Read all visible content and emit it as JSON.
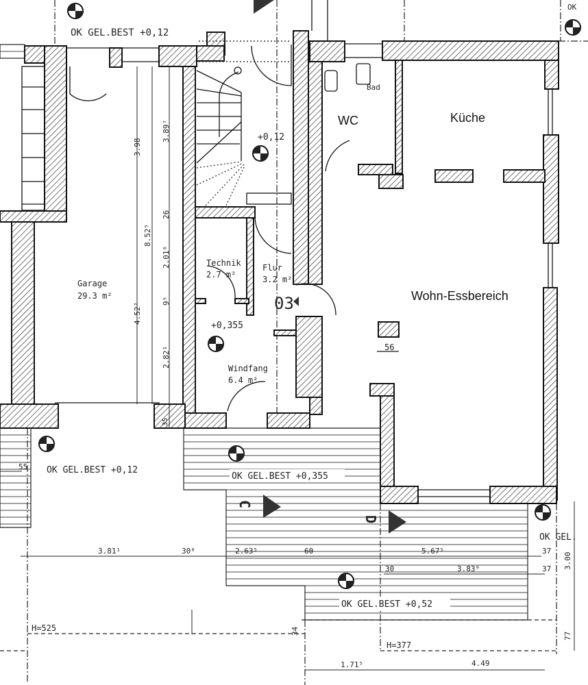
{
  "rooms": {
    "garage": {
      "name": "Garage",
      "area": "29.3 m²"
    },
    "technik": {
      "name": "Technik",
      "area": "2.7 m²"
    },
    "flur": {
      "name": "Flur",
      "area": "3.2 m²"
    },
    "windfang": {
      "name": "Windfang",
      "area": "6.4 m²"
    },
    "wc": {
      "name": "WC"
    },
    "bad": {
      "name": "Bad"
    },
    "kueche": {
      "name": "Küche"
    },
    "wohn": {
      "name": "Wohn-Essbereich"
    }
  },
  "entrance_number": "03",
  "chimney_label": "56",
  "elevations": {
    "top": "OK GEL.BEST +0,12",
    "stairs": "+0,12",
    "windfang": "+0,355",
    "garage_front": "OK GEL.BEST +0,12",
    "terrace_front": "OK GEL.BEST +0,355",
    "terrace_back": "OK GEL.BEST +0,52",
    "right_edge": "OK GEL.",
    "top_right": "OK"
  },
  "sections": {
    "c": "C",
    "d": "D"
  },
  "heights": {
    "left": "H=525",
    "right": "H=377"
  },
  "dimensions": {
    "vertical": [
      "3.98",
      "3.89⁷",
      "26",
      "8.52⁵",
      "2.01⁶",
      "9⁵",
      "4.52²",
      "2.82¹",
      "35"
    ],
    "row1": [
      "3.81¹",
      "30⁸",
      "2.63⁵",
      "60",
      "5.67⁵",
      "37"
    ],
    "row2": [
      "30",
      "3.83⁹",
      "37"
    ],
    "right_vertical": [
      "3.00",
      "77"
    ],
    "small": [
      "55",
      "34"
    ],
    "bottom": [
      "1.71⁵",
      "4.49"
    ]
  }
}
